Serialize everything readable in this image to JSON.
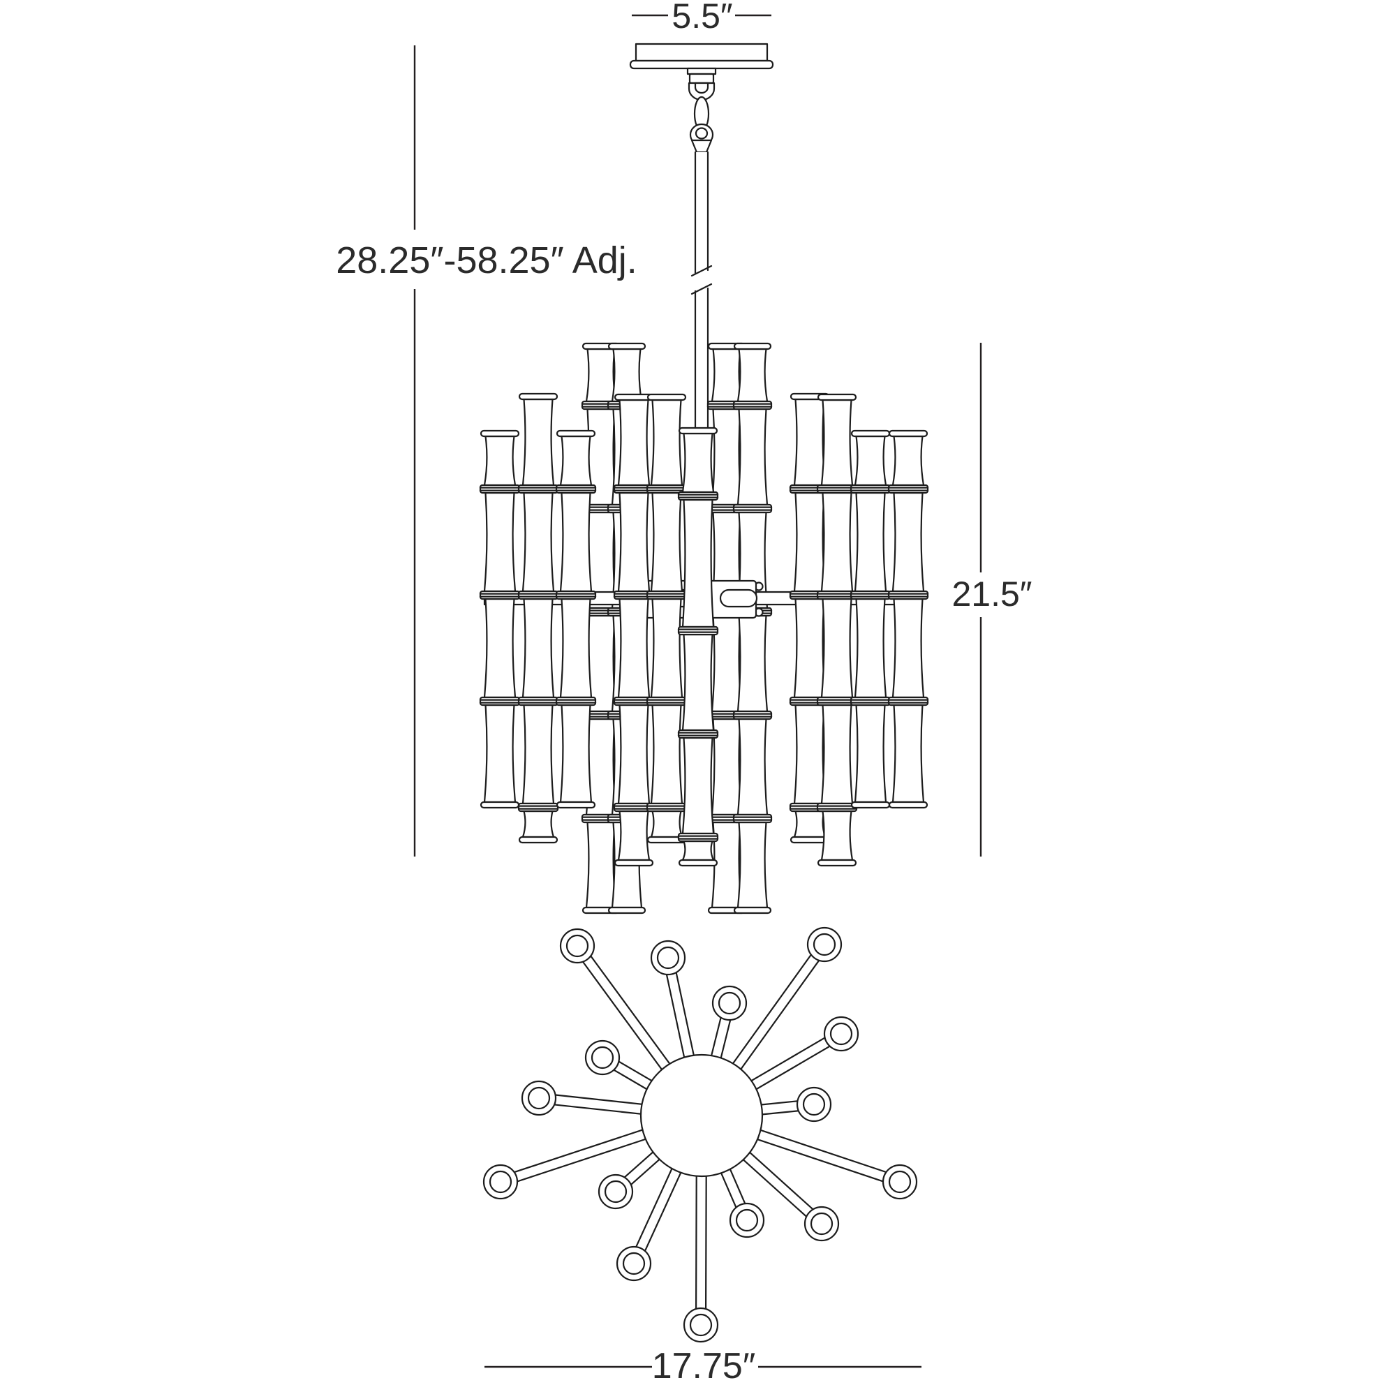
{
  "colors": {
    "background": "#ffffff",
    "line": "#1c1c1c",
    "text": "#2b2b2b"
  },
  "views": {
    "front_elevation": {
      "dim_canopy_width": "5.5″",
      "dim_overall_height_adjustable": "28.25″-58.25″ Adj.",
      "dim_fixture_height": "21.5″"
    },
    "bottom_view": {
      "dim_fixture_diameter": "17.75″",
      "arm_count": 15,
      "arm_lengths_pattern": "alternating long / medium / short"
    }
  }
}
